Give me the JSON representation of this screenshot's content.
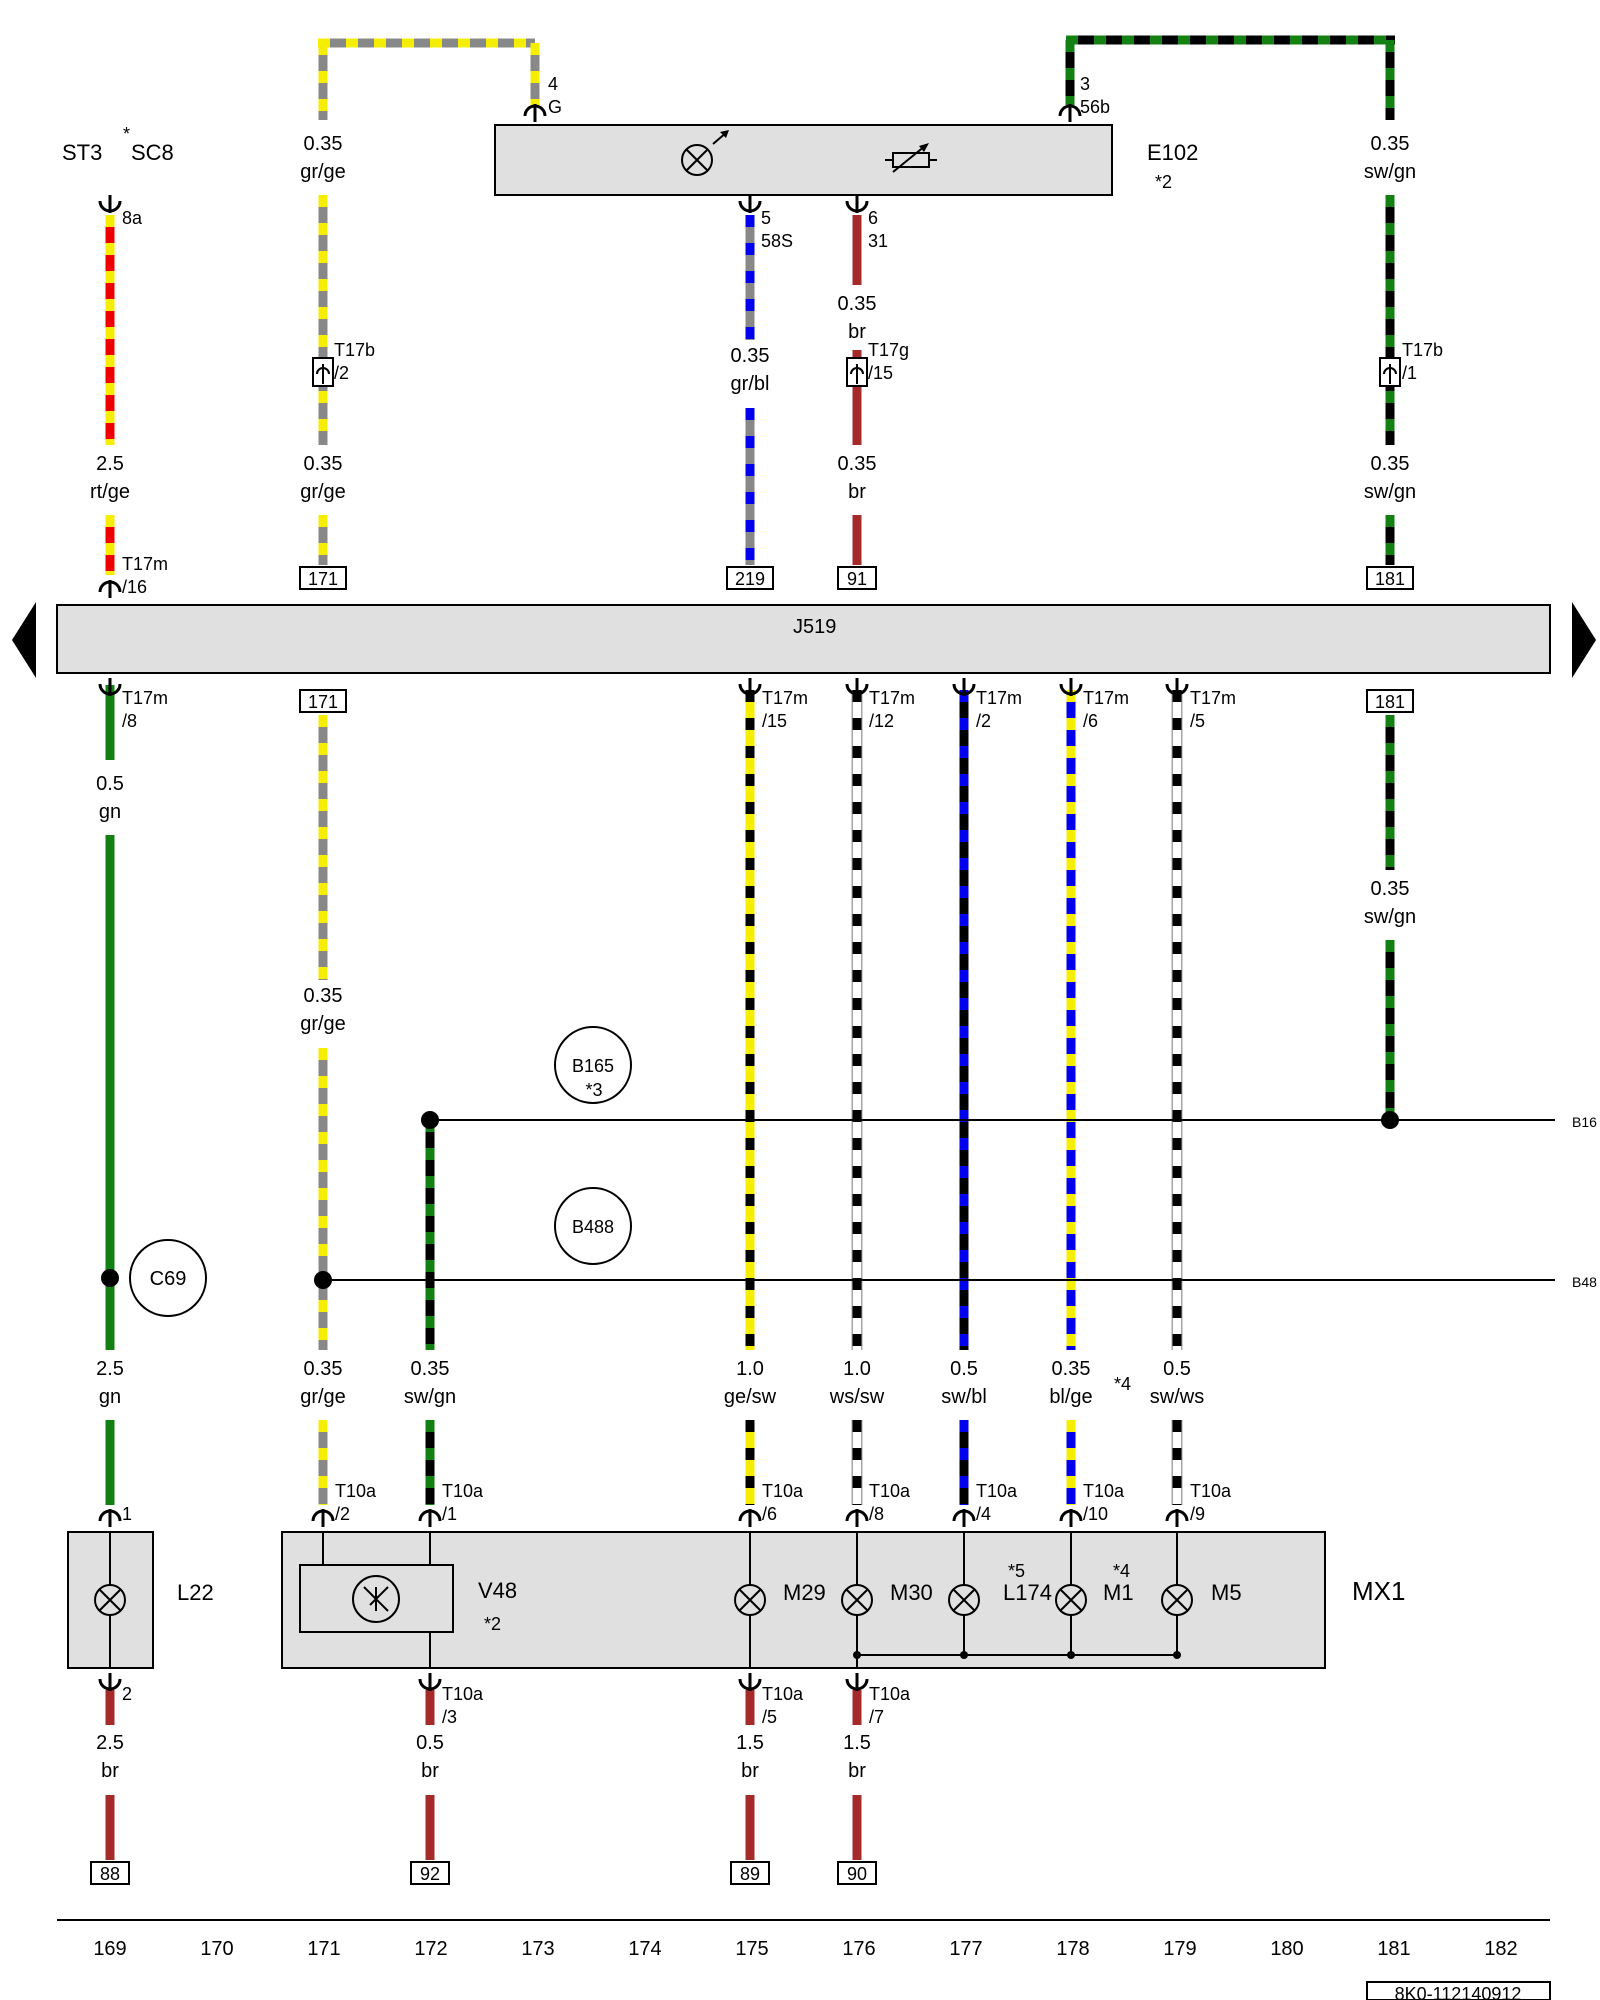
{
  "colors": {
    "gr": "#888888",
    "ge": "#f5ee00",
    "bl": "#0000ee",
    "br": "#a52a2a",
    "sw": "#000000",
    "gn": "#128012",
    "rt": "#ee0000",
    "ws": "#ffffff",
    "box": "#e0e0e0"
  },
  "components": {
    "j519": "J519",
    "e102": "E102",
    "e102_note": "*2",
    "st3": "ST3",
    "st3_star": "*",
    "sc8": "SC8",
    "l22": "L22",
    "v48": "V48",
    "v48_note": "*2",
    "m29": "M29",
    "m30": "M30",
    "l174": "L174",
    "l174_note": "*5",
    "m1": "M1",
    "m1_note": "*4",
    "m5": "M5",
    "mx1": "MX1",
    "b165": "B165",
    "b165_note": "*3",
    "b488": "B488",
    "c69": "C69",
    "b16_edge": "B16",
    "b48_edge": "B48",
    "note4": "*4"
  },
  "pins": {
    "e102_4": "4",
    "e102_g": "G",
    "e102_3": "3",
    "e102_56b": "56b",
    "e102_5": "5",
    "e102_58s": "58S",
    "e102_6": "6",
    "e102_31": "31",
    "sc8_8a": "8a",
    "t17b": "T17b",
    "t17b_2": "/2",
    "t17b_1": "/1",
    "t17g": "T17g",
    "t17g_15": "/15",
    "t17m": "T17m",
    "t17m_16": "/16",
    "t17m_8": "/8",
    "t17m_15": "/15",
    "t17m_12": "/12",
    "t17m_2": "/2",
    "t17m_6": "/6",
    "t17m_5": "/5",
    "t10a": "T10a",
    "t10a_2": "/2",
    "t10a_1": "/1",
    "t10a_6": "/6",
    "t10a_8": "/8",
    "t10a_4": "/4",
    "t10a_10": "/10",
    "t10a_9": "/9",
    "t10a_3": "/3",
    "t10a_5": "/5",
    "t10a_7": "/7",
    "l22_1": "1",
    "l22_2": "2"
  },
  "wires": {
    "w1": "0.35",
    "w1c": "gr/ge",
    "w2": "0.35",
    "w2c": "sw/gn",
    "w3": "2.5",
    "w3c": "rt/ge",
    "w4": "0.35",
    "w4c": "gr/ge",
    "w5": "0.35",
    "w5c": "gr/bl",
    "w6": "0.35",
    "w6c": "br",
    "w7": "0.35",
    "w7c": "br",
    "w8": "0.35",
    "w8c": "sw/gn",
    "w9": "0.5",
    "w9c": "gn",
    "w10": "0.35",
    "w10c": "sw/gn",
    "w11": "0.35",
    "w11c": "gr/ge",
    "w12": "2.5",
    "w12c": "gn",
    "w13": "0.35",
    "w13c": "gr/ge",
    "w14": "0.35",
    "w14c": "sw/gn",
    "w15": "1.0",
    "w15c": "ge/sw",
    "w16": "1.0",
    "w16c": "ws/sw",
    "w17": "0.5",
    "w17c": "sw/bl",
    "w18": "0.35",
    "w18c": "bl/ge",
    "w19": "0.5",
    "w19c": "sw/ws",
    "w20": "2.5",
    "w20c": "br",
    "w21": "0.5",
    "w21c": "br",
    "w22": "1.5",
    "w22c": "br",
    "w23": "1.5",
    "w23c": "br"
  },
  "refs": {
    "r171a": "171",
    "r219": "219",
    "r91": "91",
    "r181a": "181",
    "r171b": "171",
    "r181b": "181",
    "r88": "88",
    "r92": "92",
    "r89": "89",
    "r90": "90"
  },
  "ruler": [
    "169",
    "170",
    "171",
    "172",
    "173",
    "174",
    "175",
    "176",
    "177",
    "178",
    "179",
    "180",
    "181",
    "182"
  ],
  "doc_id": "8K0-112140912"
}
